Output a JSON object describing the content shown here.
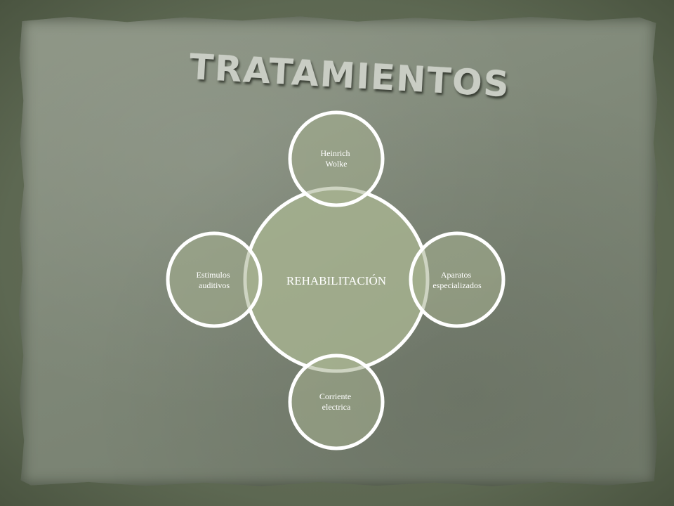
{
  "title": "TRATAMIENTOS",
  "colors": {
    "background": "#5d6852",
    "paper": "#818a79",
    "circle_fill": "#a6b18f",
    "circle_stroke": "#ffffff",
    "title_text": "#c9cdc4"
  },
  "diagram": {
    "center": {
      "label": "REHABILITACIÓN"
    },
    "satellites": [
      {
        "id": "top",
        "lines": [
          "Heinrich",
          "Wolke"
        ]
      },
      {
        "id": "right",
        "lines": [
          "Aparatos",
          "especializados"
        ]
      },
      {
        "id": "bottom",
        "lines": [
          "Corriente",
          "electrica"
        ]
      },
      {
        "id": "left",
        "lines": [
          "Estimulos",
          "auditivos"
        ]
      }
    ]
  }
}
